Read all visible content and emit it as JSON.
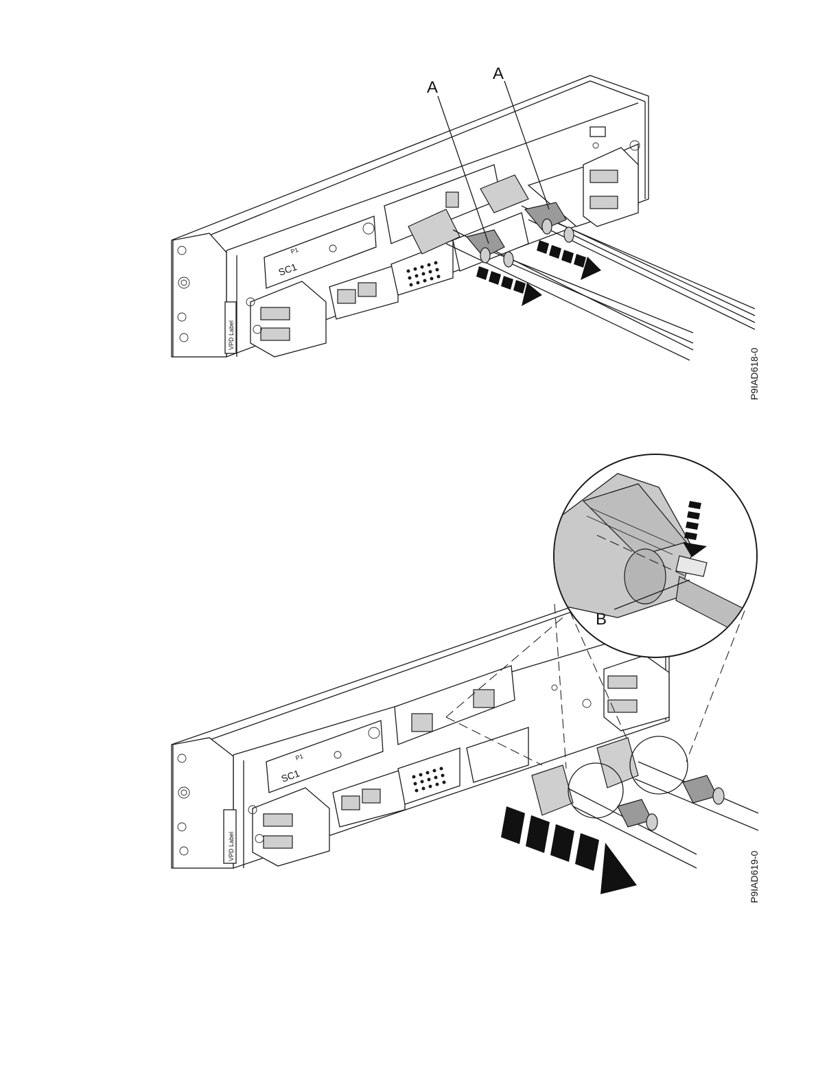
{
  "figure_top": {
    "callout_left": "A",
    "callout_right": "A",
    "label_sc1": "SC1",
    "label_p1": "P1",
    "label_vpd": "VPD Label",
    "figure_id": "P9IAD618-0"
  },
  "figure_bottom": {
    "callout_b": "B",
    "label_sc1": "SC1",
    "label_p1": "P1",
    "label_vpd": "VPD Label",
    "figure_id": "P9IAD619-0"
  }
}
